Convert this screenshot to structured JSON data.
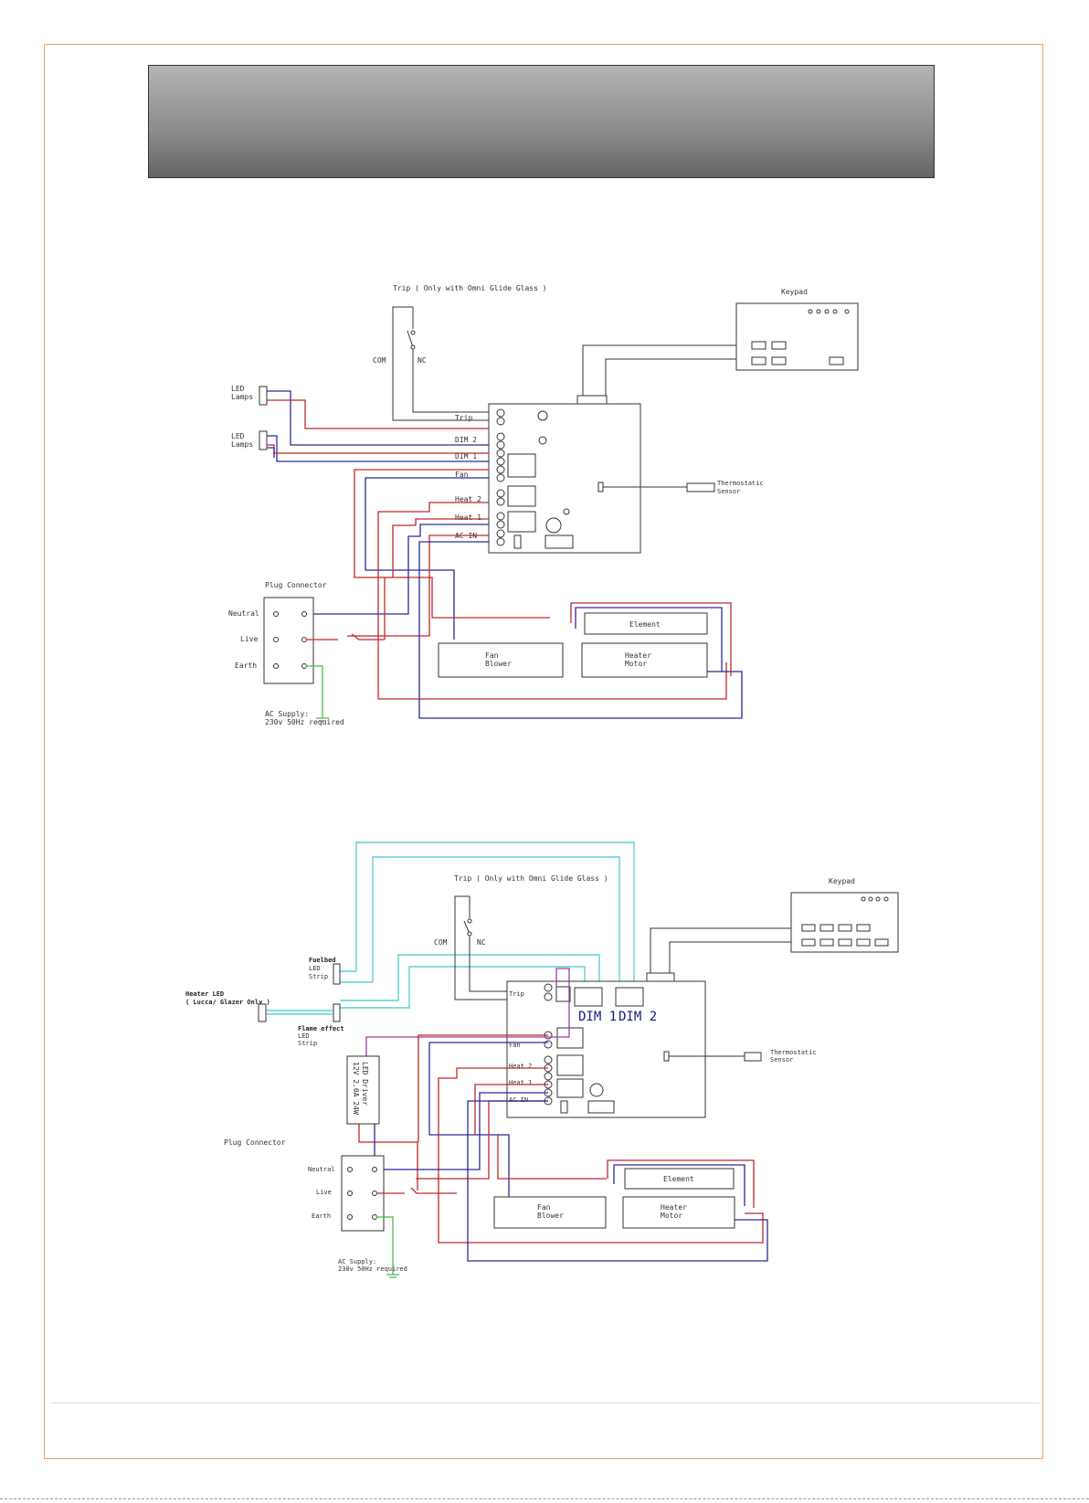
{
  "colors": {
    "border": "#f0a060",
    "banner_top": "#b4b4b4",
    "banner_bottom": "#646464",
    "live_wire": "#c0282a",
    "neutral_wire": "#2b2b9a",
    "earth_wire": "#4db64b",
    "led_wire": "#5ecfd6",
    "driver_wire": "#a43aa8"
  },
  "diagram1": {
    "trip_label": "Trip ( Only with Omni Glide Glass )",
    "com": "COM",
    "nc": "NC",
    "keypad": "Keypad",
    "led_lamps_1": [
      "LED",
      "Lamps"
    ],
    "led_lamps_2": [
      "LED",
      "Lamps"
    ],
    "board_terminals": [
      "Trip",
      "DIM 2",
      "DIM 1",
      "Fan",
      "Heat 2",
      "Heat 1",
      "AC IN"
    ],
    "thermostatic_sensor": [
      "Thermostatic",
      "Sensor"
    ],
    "plug_connector": "Plug Connector",
    "plug_pins": [
      "Neutral",
      "Live",
      "Earth"
    ],
    "element": "Element",
    "fan_blower": [
      "Fan",
      "Blower"
    ],
    "heater_motor": [
      "Heater",
      "Motor"
    ],
    "ac_supply": [
      "AC Supply:",
      "230v 50Hz required"
    ]
  },
  "diagram2": {
    "trip_label": "Trip ( Only with Omni Glide Glass )",
    "com": "COM",
    "nc": "NC",
    "keypad": "Keypad",
    "fuelbed": [
      "Fuelbed",
      "LED",
      "Strip"
    ],
    "heater_led": [
      "Heater LED",
      "( Lucca/ Glazer Only )"
    ],
    "flame_effect": [
      "Flame effect",
      "LED",
      "Strip"
    ],
    "led_driver": [
      "LED Driver",
      "12V 2.0A 24W"
    ],
    "board_terminals": [
      "Trip",
      "Fan",
      "Heat 2",
      "Heat 1",
      "AC IN"
    ],
    "dim1": "DIM 1",
    "dim2": "DIM 2",
    "thermostatic_sensor": [
      "Thermostatic",
      "Sensor"
    ],
    "plug_connector": "Plug Connector",
    "plug_pins": [
      "Neutral",
      "Live",
      "Earth"
    ],
    "element": "Element",
    "fan_blower": [
      "Fan",
      "Blower"
    ],
    "heater_motor": [
      "Heater",
      "Motor"
    ],
    "ac_supply": [
      "AC Supply:",
      "230v 50Hz required"
    ]
  }
}
